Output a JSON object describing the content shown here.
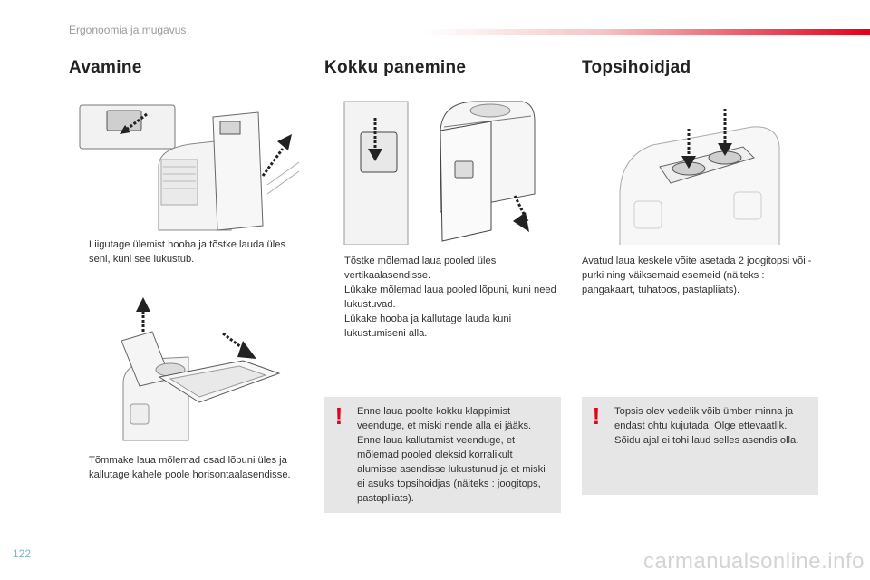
{
  "header": {
    "section": "Ergonoomia ja mugavus"
  },
  "columns": {
    "avamine": {
      "title": "Avamine",
      "step1": "Liigutage ülemist hooba ja tõstke lauda üles seni, kuni see lukustub.",
      "step2": "Tõmmake laua mõlemad osad lõpuni üles ja kallutage kahele poole horisontaalasendisse."
    },
    "kokku": {
      "title": "Kokku panemine",
      "steps": [
        "Tõstke mõlemad laua pooled üles vertikaalasendisse.",
        "Lükake mõlemad laua pooled lõpuni, kuni need lukustuvad.",
        "Lükake hooba ja kallutage lauda kuni lukustumiseni alla."
      ],
      "warning": "Enne laua poolte kokku klappimist veenduge, et miski nende alla ei jääks. Enne laua kallutamist veenduge, et mõlemad pooled oleksid korralikult alumisse asendisse lukustunud ja et miski ei asuks topsihoidjas (näiteks : joogitops, pastapliiats)."
    },
    "topsi": {
      "title": "Topsihoidjad",
      "text": "Avatud laua keskele võite asetada 2 joogitopsi või -purki ning väiksemaid esemeid (näiteks : pangakaart, tuhatoos, pastapliiats).",
      "warning": "Topsis olev vedelik võib ümber minna ja endast ohtu kujutada. Olge ettevaatlik. Sõidu ajal ei tohi laud selles asendis olla."
    }
  },
  "bullet_glyph": "",
  "warning_glyph": "!",
  "page_number": "122",
  "watermark": "carmanualsonline.info",
  "colors": {
    "accent": "#e2001a",
    "warning_bg": "#e6e6e6",
    "page_number": "#7fb5d0"
  }
}
